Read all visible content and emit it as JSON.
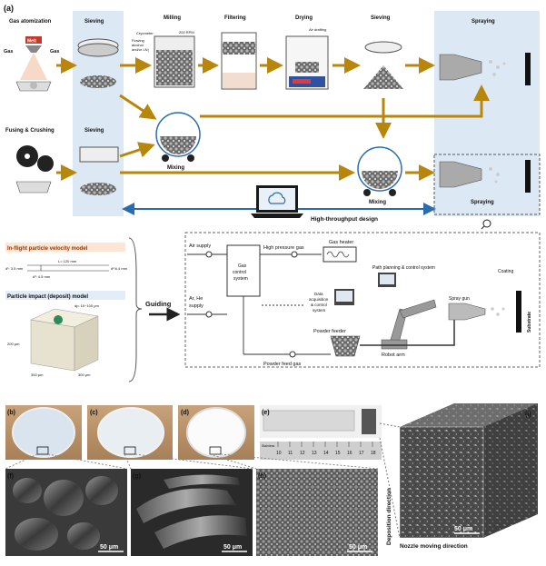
{
  "panel_a": {
    "label": "(a)",
    "steps": {
      "gas_atomization": "Gas atomization",
      "melt": "Melt",
      "gas_left": "Gas",
      "gas_right": "Gas",
      "sieving_1": "Sieving",
      "milling": "Milling",
      "cryometer": "Cryometer",
      "flowing": "Flowing",
      "alcohol": "alcohol",
      "and_or_lin2": "and/or LN₂",
      "rpm": "200 RPM",
      "filtering": "Filtering",
      "drying": "Drying",
      "air_drafting": "Air drafting",
      "sieving_3": "Sieving",
      "spraying_top": "Spraying",
      "fusing_crushing": "Fusing & Crushing",
      "sieving_2": "Sieving",
      "mixing_1": "Mixing",
      "mixing_2": "Mixing",
      "spraying_bottom": "Spraying",
      "high_throughput": "High-throughput design"
    },
    "models": {
      "velocity_model": "In-flight particle velocity model",
      "d1": "d¹: 3.5 mm",
      "l120": "L= 120 mm",
      "d2": "d²:6.4 mm",
      "d3": "d³: 4.5 mm",
      "impact_model": "Particle impact (deposit) model",
      "dp": "dp: 10~100 μm",
      "dim_200": "200 μm",
      "dim_300a": "300 μm",
      "dim_300b": "300 μm",
      "guiding": "Guiding"
    },
    "system": {
      "air_supply": "Air supply",
      "ar_he": "Ar, He",
      "supply": "supply",
      "high_pressure": "High pressure gas",
      "gas_heater": "Gas heater",
      "gas_control_1": "Gas",
      "gas_control_2": "control",
      "gas_control_3": "system",
      "data_1": "Data",
      "data_2": "acquisition",
      "data_3": "& control",
      "data_4": "system",
      "path_planning": "Path planning & control system",
      "spray_gun": "Spray gun",
      "coating": "Coating",
      "substrate": "Substrate",
      "powder_feeder": "Powder feeder",
      "powder_feed_gas": "Powder feed gas",
      "robot_arm": "Robot arm"
    }
  },
  "panels": {
    "b": "(b)",
    "c": "(c)",
    "d": "(d)",
    "e": "(e)",
    "f": "(f)",
    "g": "(g)",
    "h": "(h)",
    "i": "(i)"
  },
  "scale_bars": {
    "f": "50 μm",
    "g": "50 μm",
    "h": "50 μm",
    "i": "50 μm"
  },
  "ruler_numbers": [
    "10",
    "11",
    "12",
    "13",
    "14",
    "15",
    "16",
    "17",
    "18"
  ],
  "ruler_brand": "Stainless",
  "axes_i": {
    "deposition": "Deposition direction",
    "nozzle": "Nozzle moving direction"
  },
  "colors": {
    "arrow": "#b8860b",
    "blue_band": "#dce9f5",
    "dark": "#222222",
    "blue_arrow": "#2b6cb0"
  }
}
